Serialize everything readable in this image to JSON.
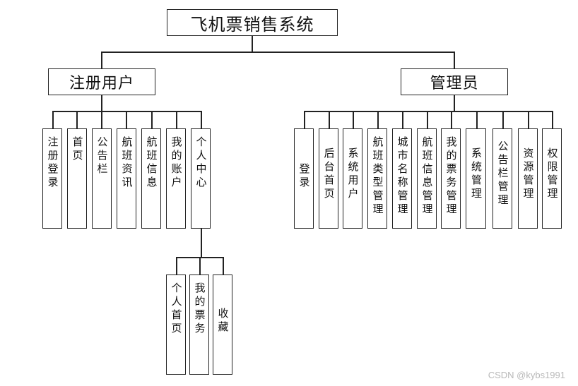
{
  "root": {
    "label": "飞机票销售系统"
  },
  "left": {
    "label": "注册用户",
    "children": [
      {
        "id": "register-login",
        "label": "注册登录"
      },
      {
        "id": "home",
        "label": "首页"
      },
      {
        "id": "bulletin",
        "label": "公告栏"
      },
      {
        "id": "flight-news",
        "label": "航班资讯"
      },
      {
        "id": "flight-info",
        "label": "航班信息"
      },
      {
        "id": "my-account",
        "label": "我的账户"
      },
      {
        "id": "personal-center",
        "label": "个人中心"
      }
    ],
    "sub": [
      {
        "id": "personal-home",
        "label": "个人首页"
      },
      {
        "id": "my-tickets",
        "label": "我的票务"
      },
      {
        "id": "favorites",
        "label": "收藏"
      }
    ]
  },
  "right": {
    "label": "管理员",
    "children": [
      {
        "id": "login",
        "label": "登录"
      },
      {
        "id": "backend-home",
        "label": "后台首页"
      },
      {
        "id": "system-users",
        "label": "系统用户"
      },
      {
        "id": "flight-type-mgmt",
        "label": "航班类型管理"
      },
      {
        "id": "city-name-mgmt",
        "label": "城市名称管理"
      },
      {
        "id": "flight-info-mgmt",
        "label": "航班信息管理"
      },
      {
        "id": "my-ticket-mgmt",
        "label": "我的票务管理"
      },
      {
        "id": "system-mgmt",
        "label": "系统管理"
      },
      {
        "id": "bulletin-mgmt",
        "label": "公告栏管理"
      },
      {
        "id": "resource-mgmt",
        "label": "资源管理"
      },
      {
        "id": "permission-mgmt",
        "label": "权限管理"
      }
    ]
  },
  "watermark": "CSDN @kybs1991"
}
